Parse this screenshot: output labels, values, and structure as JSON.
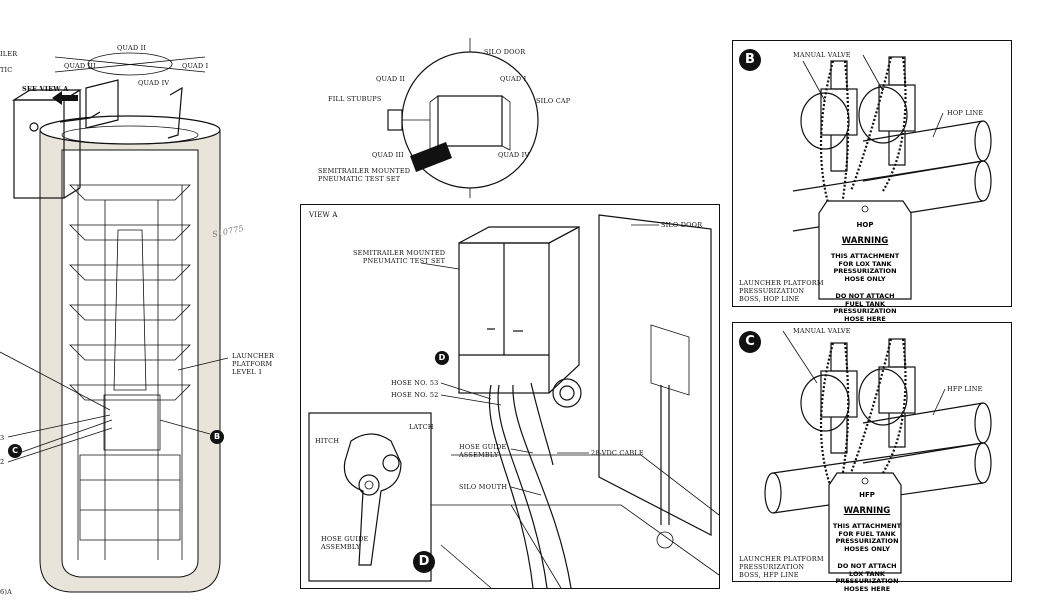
{
  "silo_cutaway": {
    "quadrants": {
      "q2": "QUAD II",
      "q3": "QUAD III",
      "q1": "QUAD I",
      "q4": "QUAD IV"
    },
    "see_view_a": "SEE VIEW A",
    "edge_top_1": "ILER",
    "edge_top_2": "TIC",
    "launcher_platform": "LAUNCHER\nPLATFORM\nLEVEL 1",
    "callout_b": "B",
    "callout_c": "C",
    "edge_num_3": "3",
    "edge_num_2": "2",
    "footer_fragment": "6)A",
    "handwriting": "S10775"
  },
  "silo_cap_plan": {
    "silo_door": "SILO DOOR",
    "quad_ii": "QUAD II",
    "quad_i": "QUAD I",
    "fill_stubups": "FILL STUBUPS",
    "silo_cap": "SILO CAP",
    "quad_iii": "QUAD III",
    "quad_iv": "QUAD IV",
    "semitrailer": "SEMITRAILER MOUNTED\nPNEUMATIC TEST SET"
  },
  "view_a": {
    "title": "VIEW A",
    "silo_door": "SILO DOOR",
    "semitrailer": "SEMITRAILER MOUNTED\nPNEUMATIC TEST SET",
    "callout_d": "D",
    "hose_53": "HOSE NO. 53",
    "hose_52": "HOSE NO. 52",
    "hose_guide_assembly": "HOSE GUIDE\nASSEMBLY",
    "cable_28vdc": "28-VDC CABLE",
    "silo_mouth": "SILO MOUTH",
    "inset": {
      "latch": "LATCH",
      "hitch": "HITCH",
      "hose_guide_assembly": "HOSE GUIDE\nASSEMBLY",
      "callout_d": "D"
    }
  },
  "detail_b": {
    "callout": "B",
    "manual_valve": "MANUAL VALVE",
    "line_label": "HOP LINE",
    "tag_head": "HOP",
    "tag_warning": "WARNING",
    "tag_body": "THIS ATTACHMENT\nFOR LOX TANK\nPRESSURIZATION\nHOSE ONLY",
    "tag_body2": "DO NOT ATTACH\nFUEL TANK\nPRESSURIZATION\nHOSE HERE",
    "caption": "LAUNCHER PLATFORM\nPRESSURIZATION\nBOSS, HOP LINE"
  },
  "detail_c": {
    "callout": "C",
    "manual_valve": "MANUAL VALVE",
    "line_label": "HFP LINE",
    "tag_head": "HFP",
    "tag_warning": "WARNING",
    "tag_body": "THIS ATTACHMENT\nFOR FUEL TANK\nPRESSURIZATION\nHOSES ONLY",
    "tag_body2": "DO NOT ATTACH\nLOX TANK\nPRESSURIZATION\nHOSES HERE",
    "caption": "LAUNCHER PLATFORM\nPRESSURIZATION\nBOSS, HFP LINE"
  }
}
